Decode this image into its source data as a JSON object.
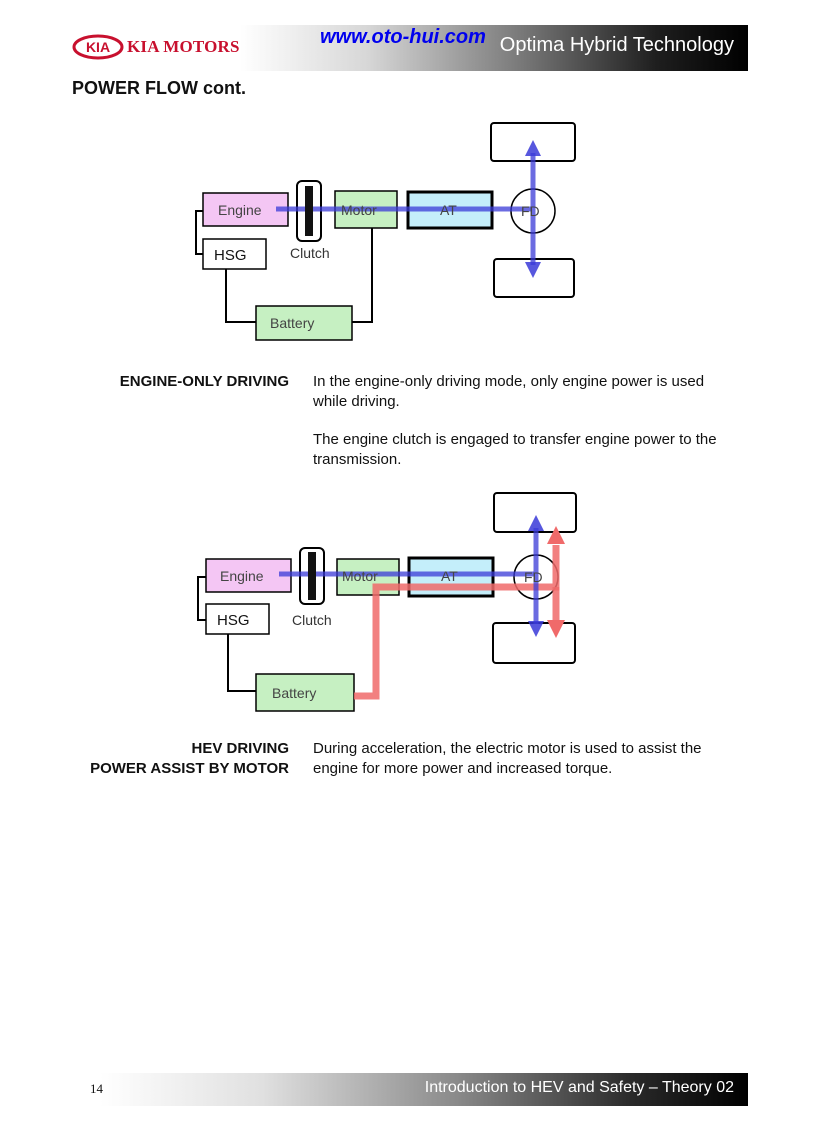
{
  "header": {
    "logo_text": "KIA MOTORS",
    "website": "www.oto-hui.com",
    "title": "Optima Hybrid Technology"
  },
  "section_title": "POWER FLOW cont.",
  "diagram_labels": {
    "engine": "Engine",
    "hsg": "HSG",
    "clutch": "Clutch",
    "motor": "Motor",
    "at": "AT",
    "fd": "FD",
    "battery": "Battery"
  },
  "modes": [
    {
      "label": "ENGINE-ONLY DRIVING",
      "paragraphs": [
        "In the engine-only driving mode, only engine power is used while driving.",
        "The engine clutch is engaged to transfer engine power to the transmission."
      ]
    },
    {
      "label_line1": "HEV DRIVING",
      "label_line2": "POWER ASSIST BY MOTOR",
      "paragraphs": [
        "During acceleration, the electric motor is used to assist the engine for more power and increased torque."
      ]
    }
  ],
  "footer": {
    "page_number": "14",
    "title": "Introduction to HEV and Safety – Theory 02"
  },
  "colors": {
    "engine_box": "#f4c6f4",
    "motor_box": "#c6f0c2",
    "battery_box": "#c6f0c2",
    "at_box": "#c4eefa",
    "engine_flow": "#3a3ad8",
    "electric_flow": "#f06a6a",
    "kia_red": "#c8102e"
  }
}
